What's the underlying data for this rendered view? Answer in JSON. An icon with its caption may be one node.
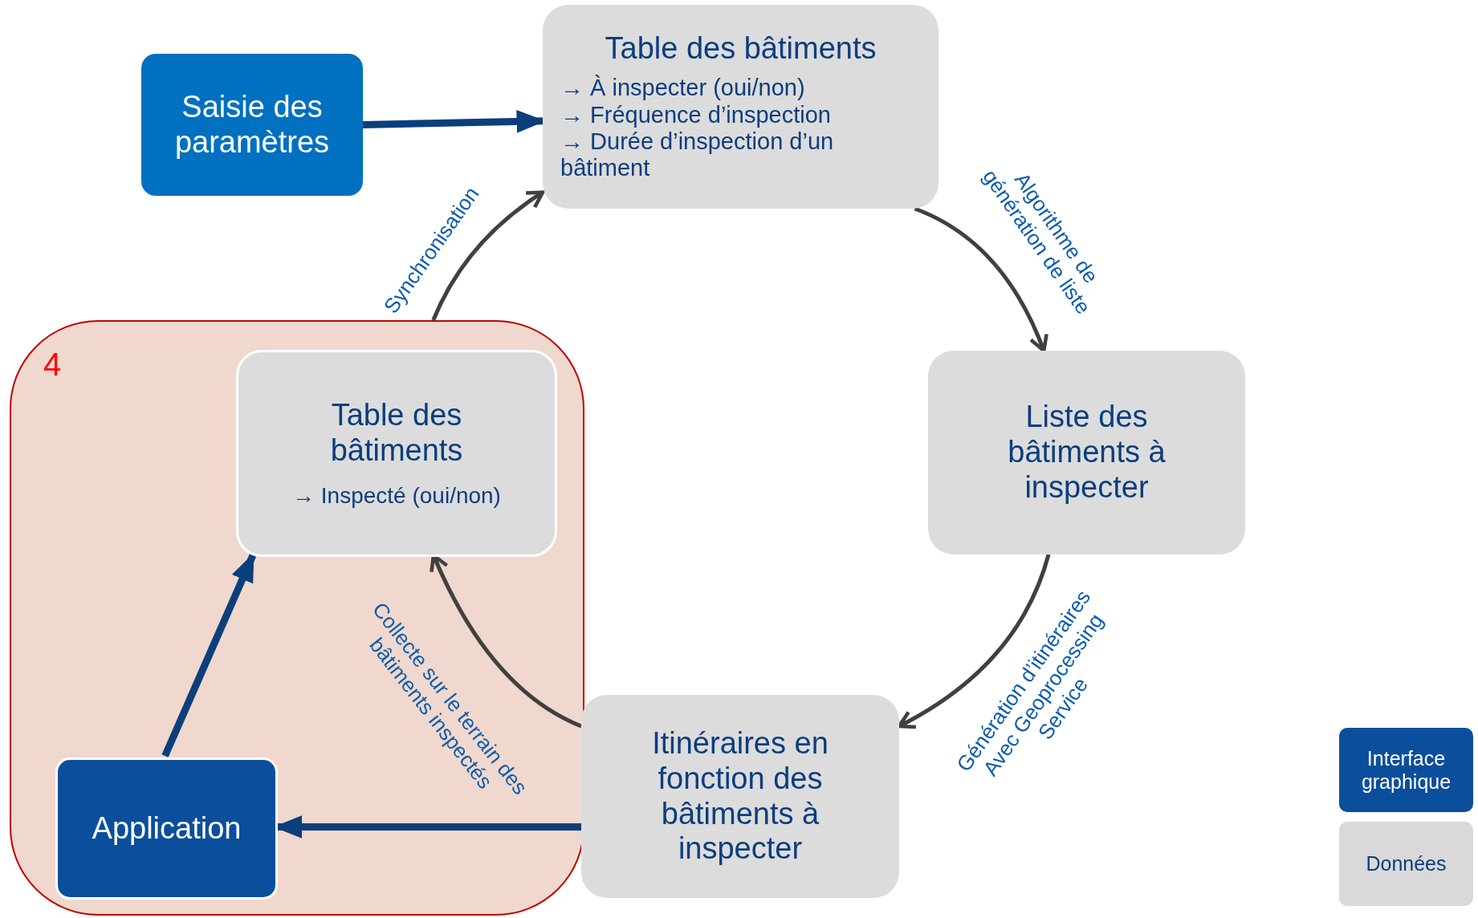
{
  "diagram": {
    "nodes": [
      {
        "text": [
          "Saisie des paramètres"
        ]
      },
      {
        "text": [
          "Table des bâtiments",
          "→ À inspecter (oui/non)",
          "→ Fréquence d’inspection",
          "→ Durée d’inspection d’un bâtiment"
        ]
      },
      {
        "text": [
          "Liste des bâtiments à inspecter"
        ]
      },
      {
        "text": [
          "4"
        ]
      },
      {
        "text": [
          "Table des bâtiments",
          "→ Inspecté (oui/non)"
        ],
        "in": 3
      },
      {
        "text": [
          "Application"
        ],
        "in": 3
      },
      {
        "text": [
          "Itinéraires en fonction des bâtiments à inspecter"
        ]
      }
    ],
    "edges": [
      {
        "from": 0,
        "to": 1,
        "arrow": "to",
        "style": "thick",
        "color": "#0b3f7c"
      },
      {
        "from": 1,
        "to": 2,
        "arrow": "to",
        "label": "Algorithme de génération de liste"
      },
      {
        "from": 2,
        "to": 6,
        "arrow": "to",
        "label": "Génération d’itinéraires Avec Geoprocessing Service"
      },
      {
        "from": 6,
        "to": 5,
        "arrow": "to",
        "style": "thick",
        "color": "#0b3f7c"
      },
      {
        "from": 5,
        "to": 4,
        "arrow": "to",
        "style": "thick",
        "color": "#0b3f7c"
      },
      {
        "from": 6,
        "to": 4,
        "arrow": "to",
        "label": "Collecte sur le terrain des bâtiments inspectés"
      },
      {
        "from": 3,
        "to": 1,
        "arrow": "to",
        "label": "Synchronisation"
      }
    ],
    "legend": [
      {
        "text": "Interface graphique",
        "color": "#0b4f9c"
      },
      {
        "text": "Données",
        "color": "#d9d9d9"
      }
    ]
  }
}
